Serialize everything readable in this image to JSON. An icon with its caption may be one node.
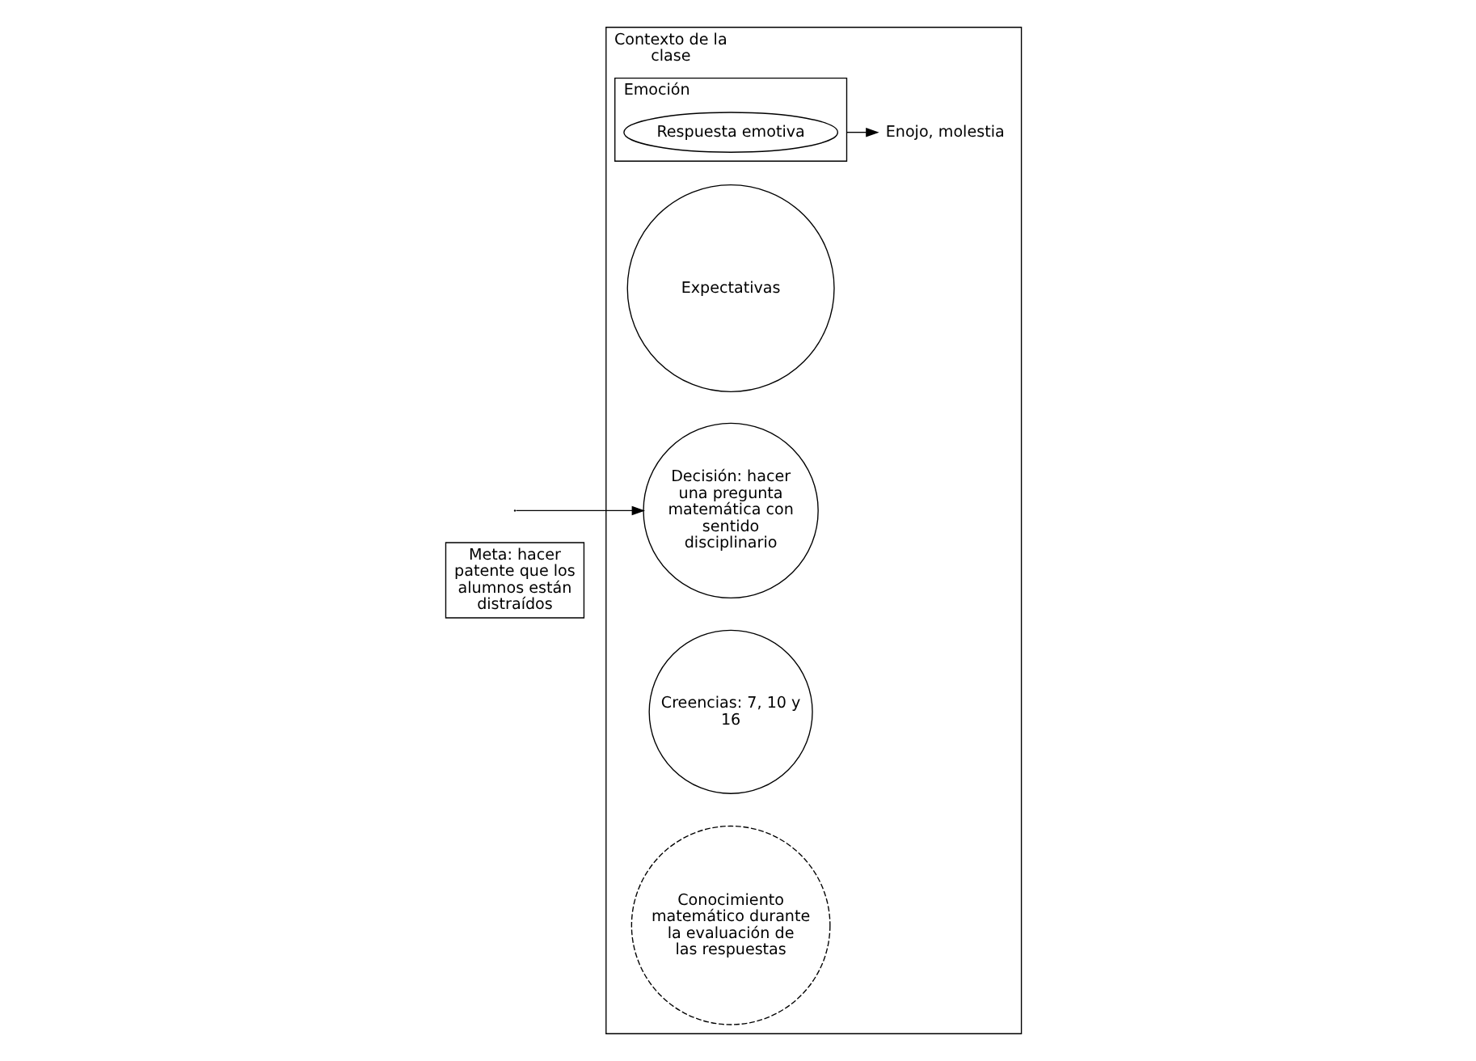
{
  "diagram": {
    "nodes": [
      {
        "text": [
          "Meta: hacer patente que los alumnos están distraídos"
        ]
      },
      {
        "text": [
          "Contexto de la clase"
        ]
      },
      {
        "text": [
          "Expectativas"
        ],
        "in": 1
      },
      {
        "text": [
          "Emoción"
        ],
        "in": 1
      },
      {
        "text": [
          "Respuesta emotiva"
        ],
        "in": 3
      },
      {
        "text": [
          "Enojo, molestia"
        ],
        "in": 1
      },
      {
        "text": [
          "Decisión: hacer una pregunta matemática con sentido disciplinario"
        ],
        "in": 1
      },
      {
        "text": [
          "Creencias: 7, 10 y 16"
        ],
        "in": 1
      },
      {
        "text": [
          "Conocimiento matemático durante la evaluación de las respuestas"
        ],
        "in": 1
      }
    ],
    "edges": [
      {
        "from": 3,
        "to": 5,
        "arrow": "to"
      },
      {
        "from": null,
        "to": 6,
        "arrow": "to"
      }
    ]
  }
}
